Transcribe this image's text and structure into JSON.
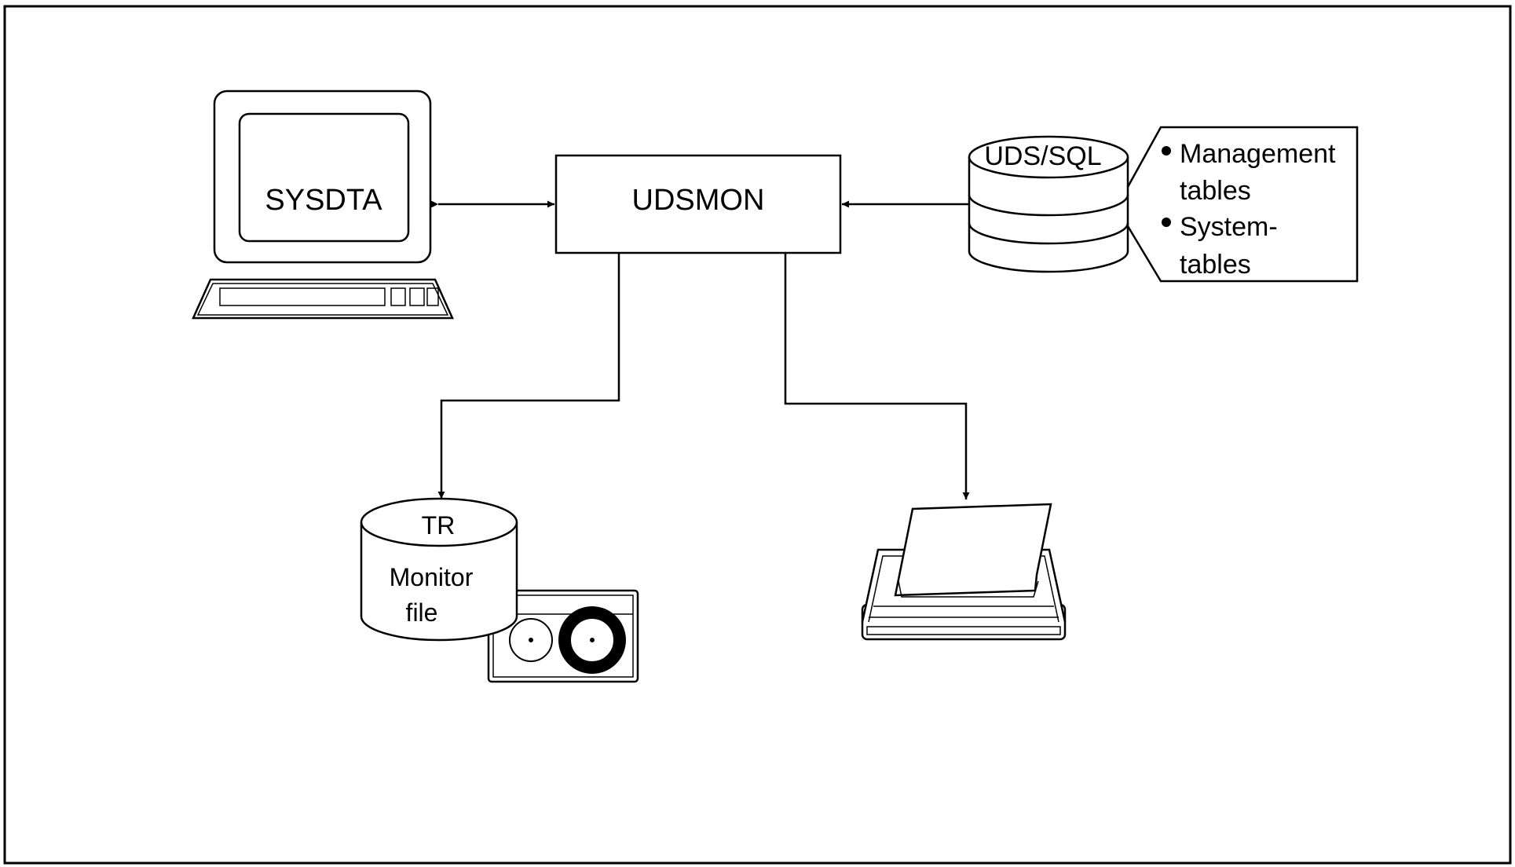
{
  "diagram": {
    "terminal_label": "SYSDTA",
    "monitor_label": "UDSMON",
    "database_label": "UDS/SQL",
    "tables": [
      "Management",
      "tables",
      "System-",
      "tables"
    ],
    "tr_label": "TR",
    "monitor_file_label": [
      "Monitor",
      "file"
    ]
  },
  "icons": {
    "terminal": "terminal-icon",
    "database": "database-icon",
    "file": "file-cylinder-icon",
    "tape": "tape-cassette-icon",
    "printer": "printer-icon"
  }
}
